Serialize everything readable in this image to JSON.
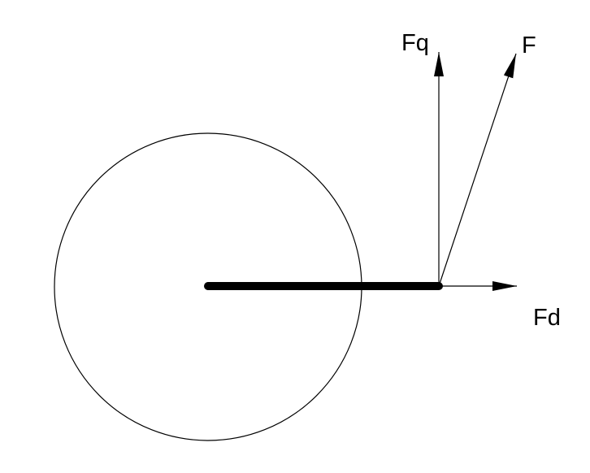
{
  "diagram": {
    "labels": {
      "fq": "Fq",
      "f": "F",
      "fd": "Fd"
    },
    "colors": {
      "stroke": "#000000",
      "background": "#ffffff"
    }
  }
}
